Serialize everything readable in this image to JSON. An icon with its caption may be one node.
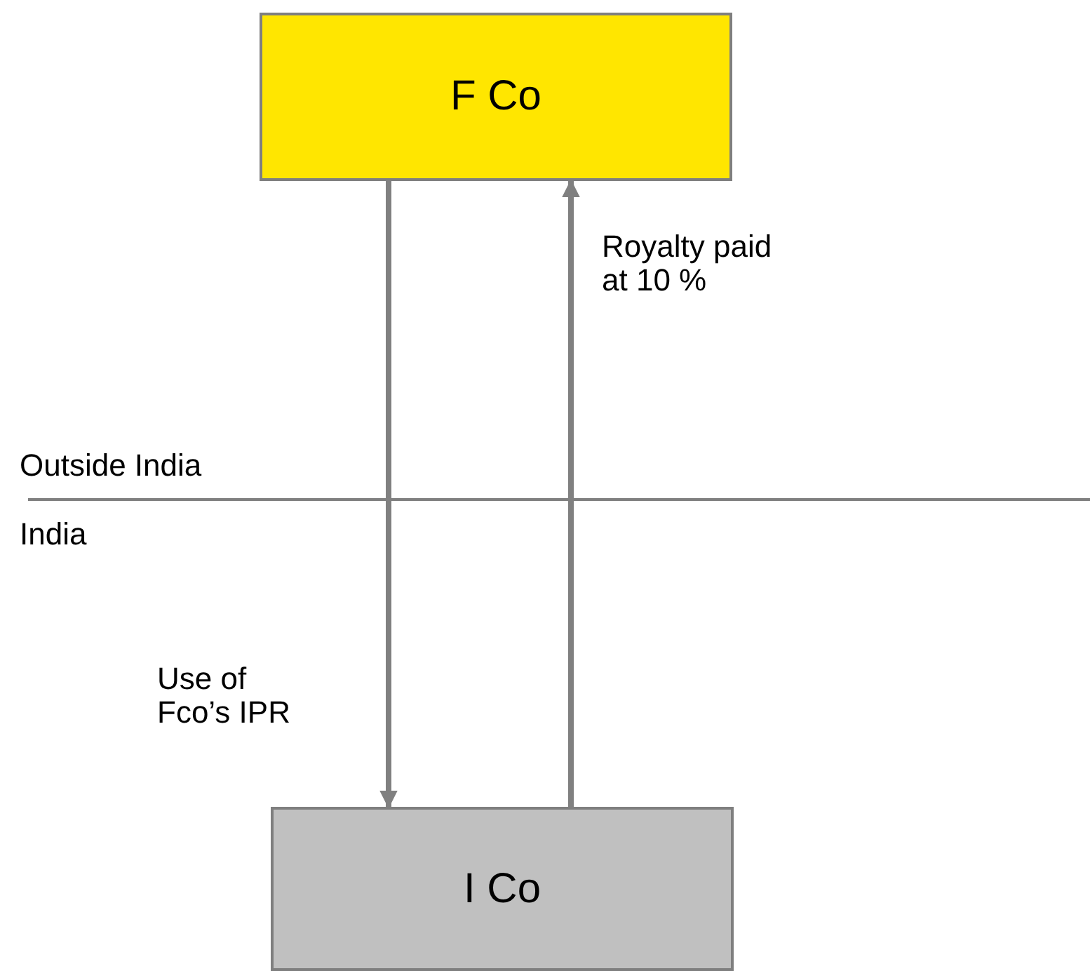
{
  "diagram": {
    "nodes": [
      {
        "text": [
          "F Co"
        ]
      },
      {
        "text": [
          "I Co"
        ]
      }
    ],
    "edges": [
      {
        "from": 0,
        "to": 1,
        "arrow": "to",
        "label": "Use of Fco’s IPR"
      },
      {
        "from": 1,
        "to": 0,
        "arrow": "to",
        "label": "Royalty paid at 10 %"
      }
    ],
    "labels": [
      "Outside India",
      "India"
    ]
  }
}
